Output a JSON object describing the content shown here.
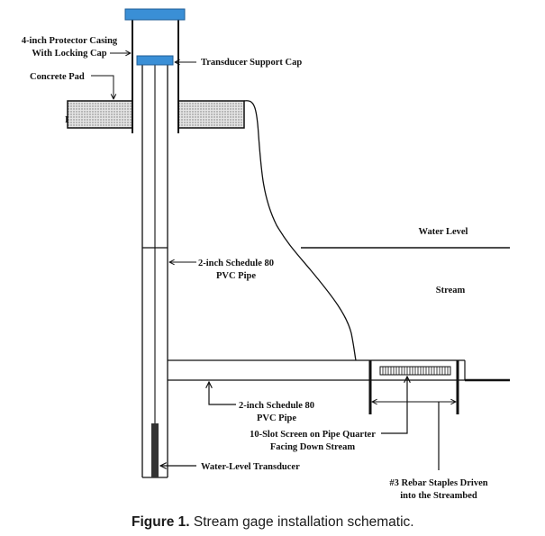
{
  "figure": {
    "caption_label": "Figure 1.",
    "caption_text": " Stream gage installation schematic."
  },
  "colors": {
    "cap_fill": "#3a8fd6",
    "cap_stroke": "#1f5e96",
    "concrete_fill": "#cfcfcf",
    "line": "#111111",
    "screen_fill": "#ffffff",
    "transducer_fill": "#333333"
  },
  "labels": {
    "protector_casing_line1": "4-inch Protector Casing",
    "protector_casing_line2": "With Locking Cap",
    "transducer_support_cap": "Transducer Support Cap",
    "concrete_pad": "Concrete Pad",
    "vertical_pipe_line1": "2-inch Schedule 80",
    "vertical_pipe_line2": "PVC Pipe",
    "water_level": "Water Level",
    "stream": "Stream",
    "horizontal_pipe_line1": "2-inch Schedule 80",
    "horizontal_pipe_line2": "PVC Pipe",
    "slot_screen_line1": "10-Slot Screen on Pipe Quarter",
    "slot_screen_line2": "Facing Down Stream",
    "water_level_transducer": "Water-Level Transducer",
    "rebar_line1": "#3 Rebar Staples Driven",
    "rebar_line2": "into the Streambed",
    "pad_mark": "I"
  },
  "icons": {
    "arrowhead": "open-arrowhead"
  }
}
